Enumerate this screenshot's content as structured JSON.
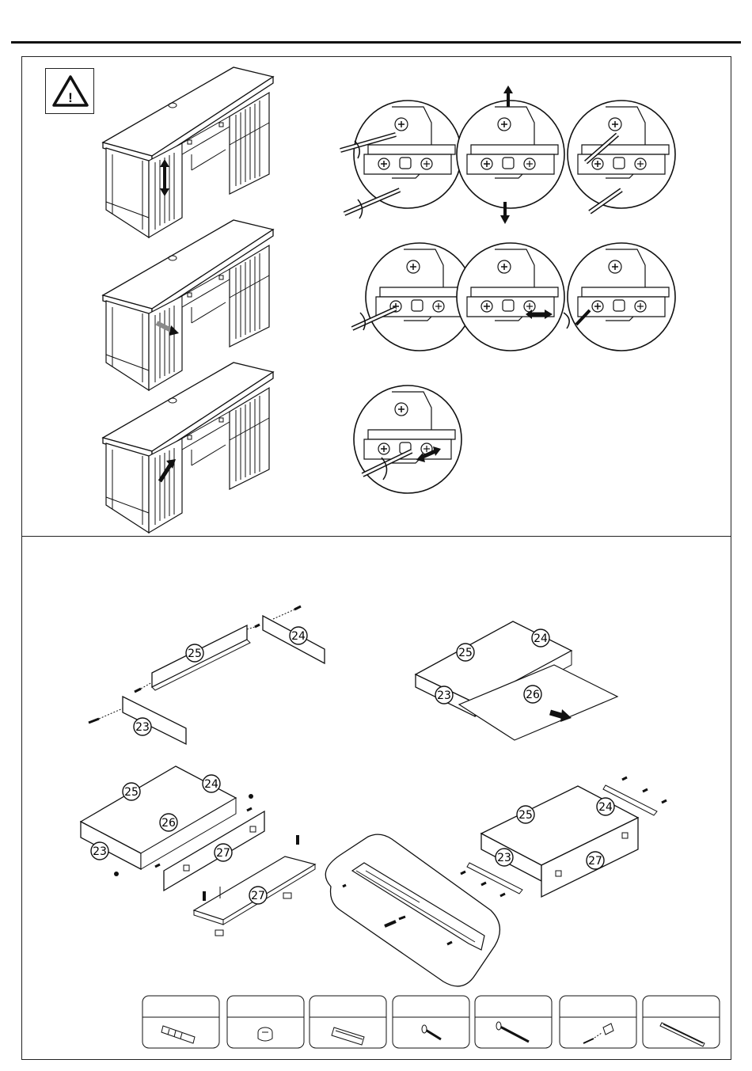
{
  "warning_symbol": "!",
  "part_labels": {
    "p23": "23",
    "p24": "24",
    "p25": "25",
    "p26": "26",
    "p27": "27"
  },
  "icons": {
    "warning": "warning-triangle-icon",
    "cam_bolt": "cam-bolt-icon",
    "cam_lock": "cam-lock-icon",
    "dowel": "wooden-dowel-icon",
    "short_screw": "short-screw-icon",
    "long_screw": "long-screw-icon",
    "screw_with_plate": "screw-with-plate-icon",
    "drawer_slide": "drawer-slide-icon"
  },
  "colors": {
    "line": "#1a1a1a",
    "accent_gray": "#8a8a8a"
  }
}
